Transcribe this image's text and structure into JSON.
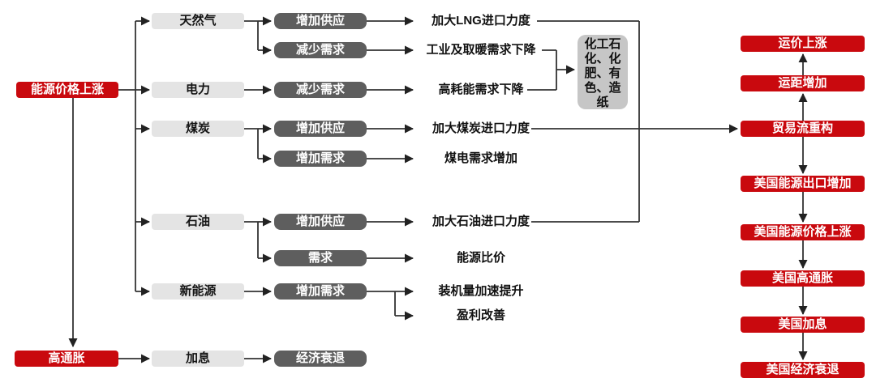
{
  "diagram": {
    "root_label": "能源价格上涨",
    "inflation_label": "高通胀",
    "categories": [
      {
        "label": "天然气"
      },
      {
        "label": "电力"
      },
      {
        "label": "煤炭"
      },
      {
        "label": "石油"
      },
      {
        "label": "新能源"
      },
      {
        "label": "加息"
      }
    ],
    "actions": [
      {
        "label": "增加供应"
      },
      {
        "label": "减少需求"
      },
      {
        "label": "减少需求"
      },
      {
        "label": "增加供应"
      },
      {
        "label": "增加需求"
      },
      {
        "label": "增加供应"
      },
      {
        "label": "需求"
      },
      {
        "label": "增加需求"
      },
      {
        "label": "经济衰退"
      }
    ],
    "outcomes": [
      {
        "label": "加大LNG进口力度"
      },
      {
        "label": "工业及取暖需求下降"
      },
      {
        "label": "高耗能需求下降"
      },
      {
        "label": "加大煤炭进口力度"
      },
      {
        "label": "煤电需求增加"
      },
      {
        "label": "加大石油进口力度"
      },
      {
        "label": "能源比价"
      },
      {
        "label": "装机量加速提升"
      },
      {
        "label": "盈利改善"
      }
    ],
    "industry_box_label": "化工石化、化肥、有色、造纸",
    "right_chain": [
      {
        "label": "运价上涨"
      },
      {
        "label": "运距增加"
      },
      {
        "label": "贸易流重构"
      },
      {
        "label": "美国能源出口增加"
      },
      {
        "label": "美国能源价格上涨"
      },
      {
        "label": "美国高通胀"
      },
      {
        "label": "美国加息"
      },
      {
        "label": "美国经济衰退"
      }
    ],
    "colors": {
      "red": "#c9090e",
      "light_gray": "#e4e4e4",
      "dark_gray": "#5e5e5e",
      "industry_gray": "#c6c6c6",
      "line": "#333333"
    }
  }
}
